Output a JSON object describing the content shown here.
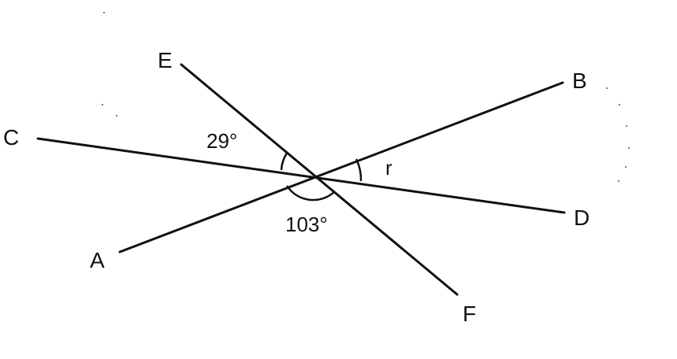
{
  "diagram": {
    "points": {
      "A": "A",
      "B": "B",
      "C": "C",
      "D": "D",
      "E": "E",
      "F": "F"
    },
    "angles": {
      "angle_ecd": "29°",
      "angle_afd": "103°",
      "angle_r": "r"
    }
  }
}
